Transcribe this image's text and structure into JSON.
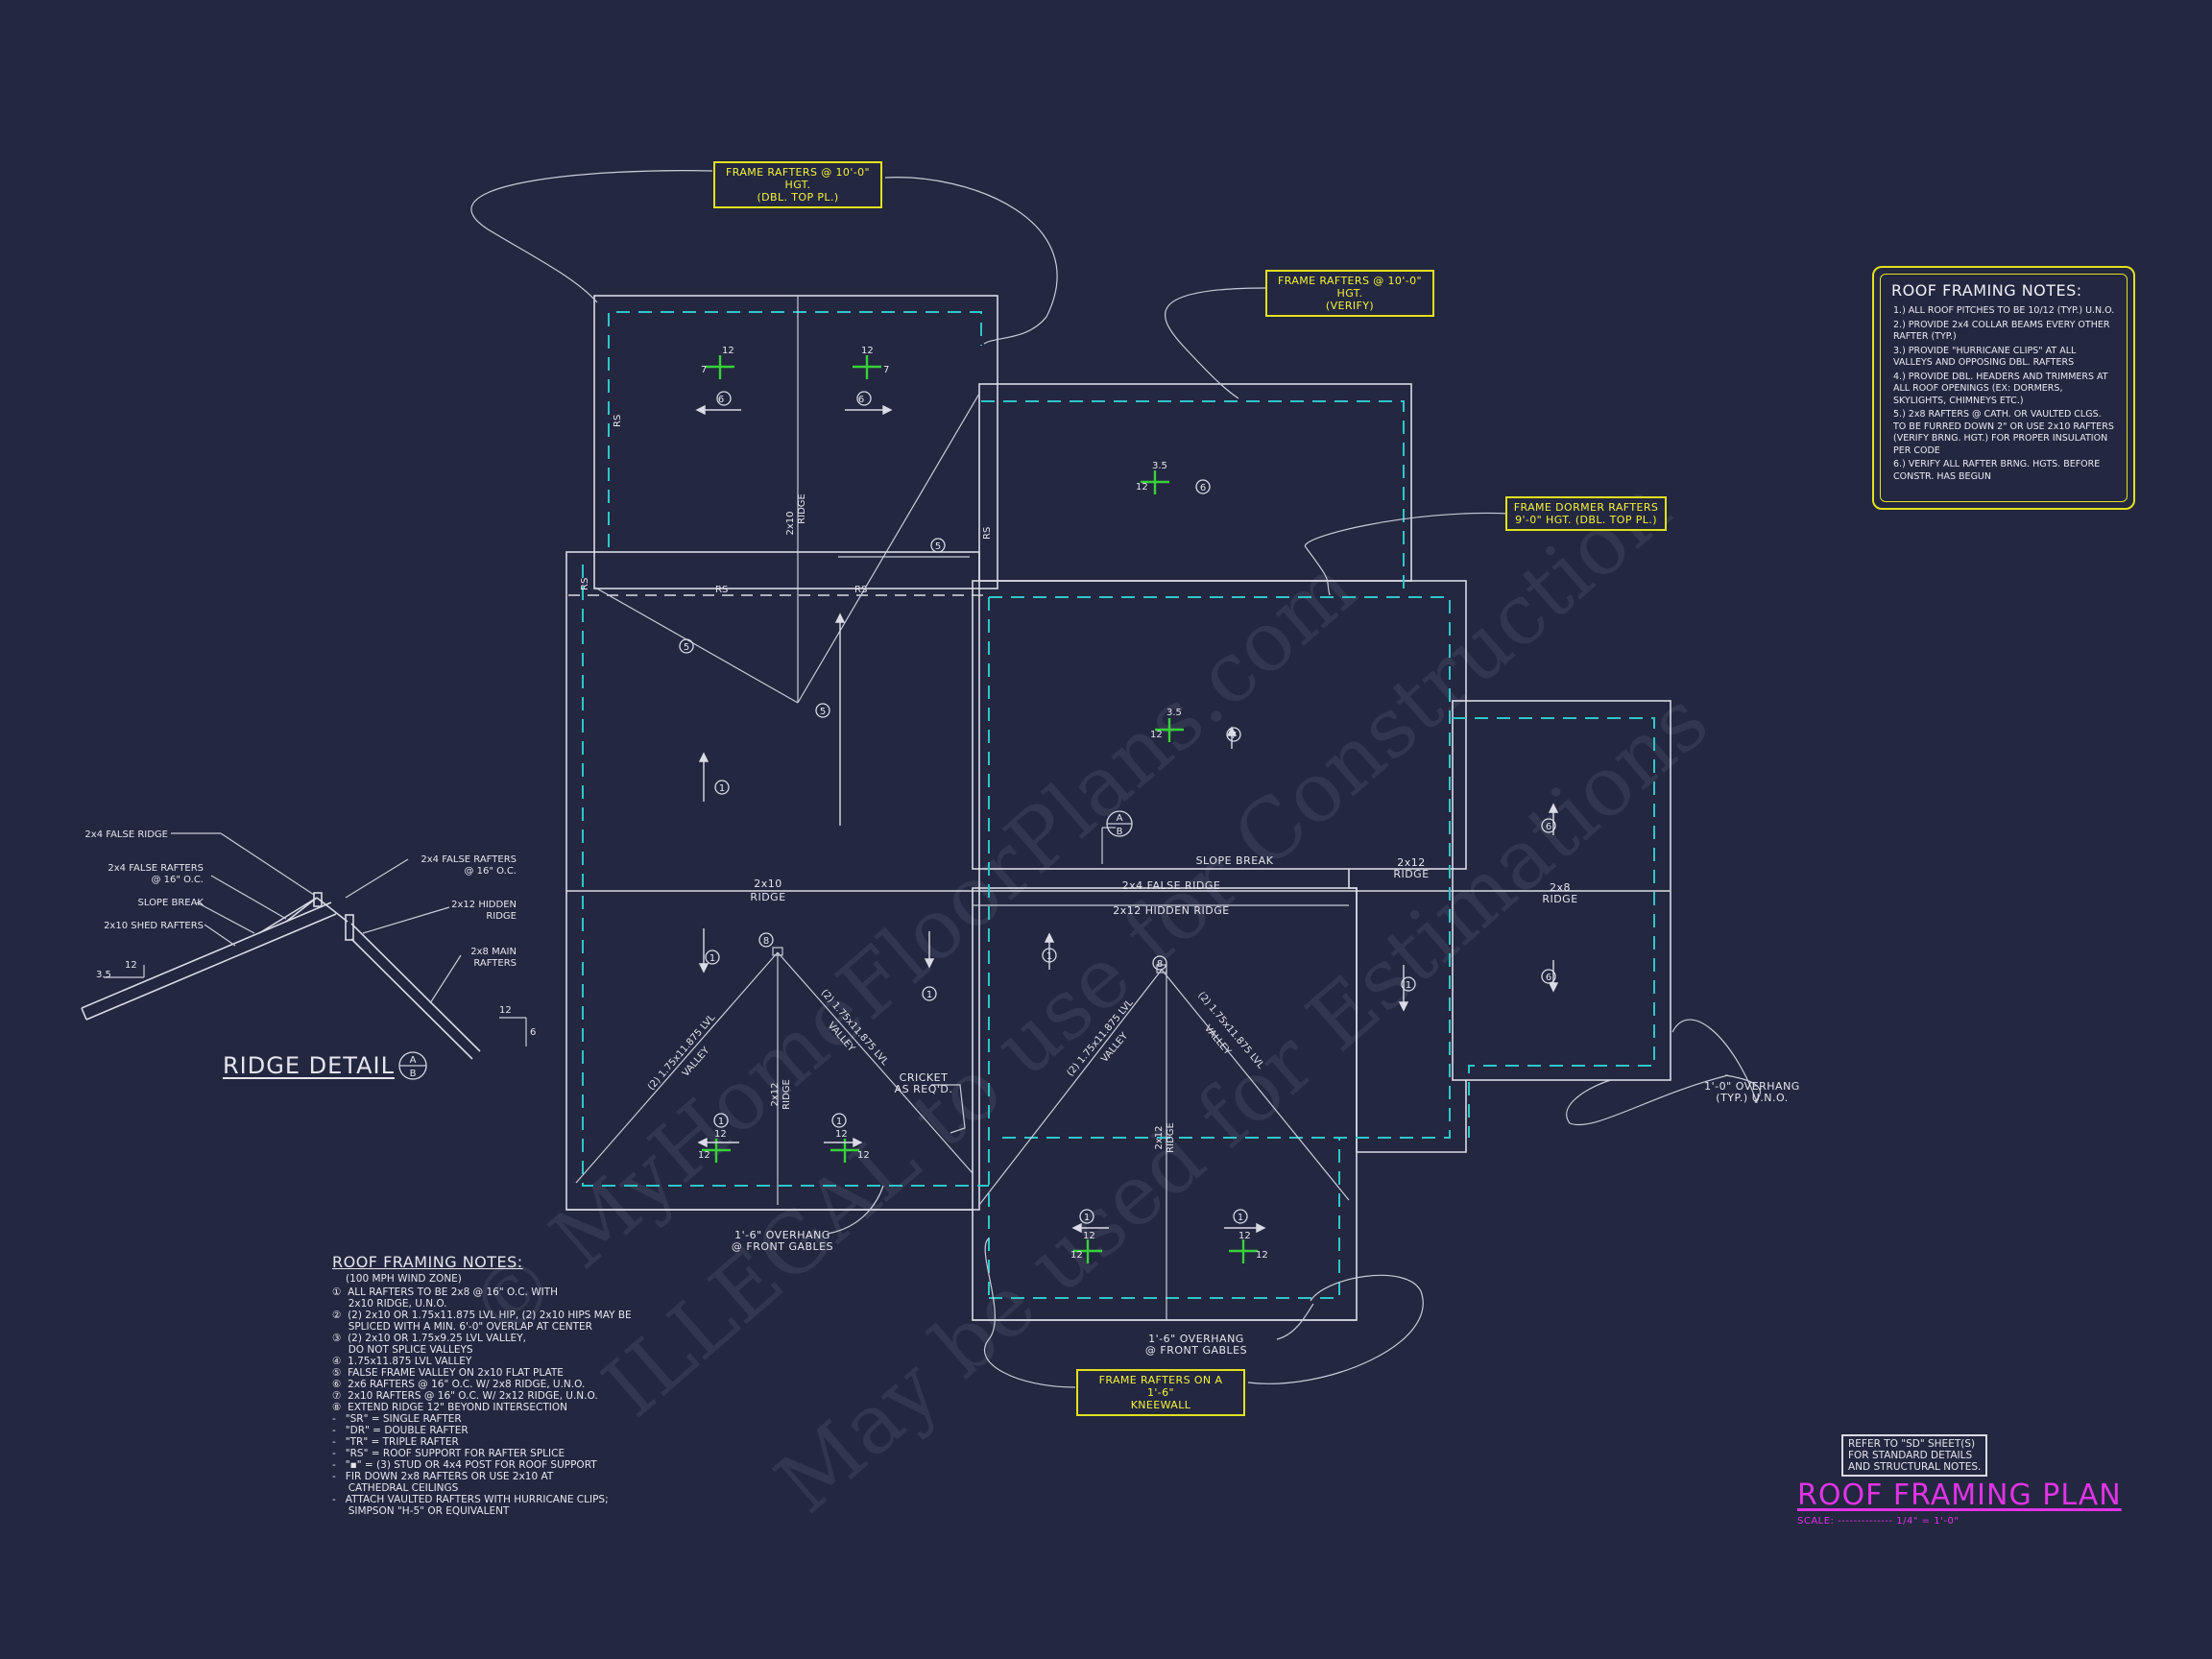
{
  "title": {
    "plan_title": "ROOF FRAMING PLAN",
    "scale": "SCALE: -------------- 1/4\" = 1'-0\"",
    "ref_note": [
      "REFER TO \"SD\" SHEET(S)",
      "FOR STANDARD DETAILS",
      "AND STRUCTURAL NOTES."
    ]
  },
  "callouts": {
    "top_left": [
      "FRAME RAFTERS @ 10'-0\" HGT.",
      "(DBL. TOP PL.)"
    ],
    "top_right": [
      "FRAME RAFTERS @ 10'-0\" HGT.",
      "(VERIFY)"
    ],
    "dormer": [
      "FRAME DORMER RAFTERS",
      "9'-0\" HGT. (DBL. TOP PL.)"
    ],
    "kneewall": [
      "FRAME RAFTERS ON A 1'-6\"",
      "KNEEWALL"
    ]
  },
  "plan_labels": {
    "rs": "RS",
    "ridge_2x10": [
      "2x10",
      "RIDGE"
    ],
    "ridge_2x12": [
      "2x12",
      "RIDGE"
    ],
    "ridge_2x8": [
      "2x8",
      "RIDGE"
    ],
    "slope_break": "SLOPE BREAK",
    "false_ridge": "2x4 FALSE RIDGE",
    "hidden_ridge": "2x12 HIDDEN RIDGE",
    "valley": [
      "(2) 1.75x11.875 LVL",
      "VALLEY"
    ],
    "cricket": [
      "CRICKET",
      "AS REQ'D."
    ],
    "overhang_front_a": [
      "1'-6\" OVERHANG",
      "@ FRONT GABLES"
    ],
    "overhang_front_b": [
      "1'-6\" OVERHANG",
      "@ FRONT GABLES"
    ],
    "overhang_typ": [
      "1'-0\" OVERHANG",
      "(TYP.) U.N.O."
    ],
    "pitch_12": "12",
    "pitch_7": "7",
    "pitch_35": "3.5",
    "pitch_6": "6",
    "section_a": "A",
    "section_b": "B",
    "circle_numbers": {
      "n1": "1",
      "n5": "5",
      "n6": "6",
      "n7": "7",
      "n8": "8"
    }
  },
  "ridge_detail": {
    "title": "RIDGE DETAIL",
    "labels": {
      "false_ridge": "2x4 FALSE RIDGE",
      "false_rafters": [
        "2x4 FALSE RAFTERS",
        "@ 16\" O.C."
      ],
      "slope_break": "SLOPE BREAK",
      "shed_rafters": "2x10 SHED RAFTERS",
      "false_rafters_r": [
        "2x4 FALSE RAFTERS",
        "@ 16\" O.C."
      ],
      "hidden_ridge": [
        "2x12 HIDDEN",
        "RIDGE"
      ],
      "main_rafters": [
        "2x8 MAIN",
        "RAFTERS"
      ],
      "pitch_35": "3.5",
      "pitch_12": "12",
      "pitch_6": "6"
    }
  },
  "notes_right": {
    "title": "ROOF FRAMING NOTES:",
    "items": [
      "1.) ALL ROOF PITCHES TO BE 10/12 (TYP.) U.N.O.",
      "2.) PROVIDE 2x4 COLLAR BEAMS EVERY OTHER RAFTER (TYP.)",
      "3.) PROVIDE \"HURRICANE CLIPS\" AT ALL VALLEYS AND OPPOSING DBL. RAFTERS",
      "4.) PROVIDE DBL. HEADERS AND TRIMMERS AT ALL ROOF OPENINGS (EX: DORMERS, SKYLIGHTS, CHIMNEYS ETC.)",
      "5.) 2x8 RAFTERS @ CATH. OR VAULTED CLGS. TO BE FURRED DOWN 2\" OR USE 2x10 RAFTERS (VERIFY BRNG. HGT.) FOR PROPER INSULATION PER CODE",
      "6.) VERIFY ALL RAFTER BRNG. HGTS. BEFORE CONSTR. HAS BEGUN"
    ]
  },
  "notes_left": {
    "title": "ROOF FRAMING NOTES:",
    "subtitle": "(100 MPH WIND ZONE)",
    "items": [
      "①  ALL RAFTERS TO BE 2x8 @ 16\" O.C. WITH",
      "     2x10 RIDGE, U.N.O.",
      "②  (2) 2x10 OR 1.75x11.875 LVL HIP, (2) 2x10 HIPS MAY BE",
      "     SPLICED WITH A MIN. 6'-0\" OVERLAP AT CENTER",
      "③  (2) 2x10 OR 1.75x9.25 LVL VALLEY,",
      "     DO NOT SPLICE VALLEYS",
      "④  1.75x11.875 LVL VALLEY",
      "⑤  FALSE FRAME VALLEY ON 2x10 FLAT PLATE",
      "⑥  2x6 RAFTERS @ 16\" O.C. W/ 2x8 RIDGE, U.N.O.",
      "⑦  2x10 RAFTERS @ 16\" O.C. W/ 2x12 RIDGE, U.N.O.",
      "⑧  EXTEND RIDGE 12\" BEYOND INTERSECTION",
      "-   \"SR\" = SINGLE RAFTER",
      "-   \"DR\" = DOUBLE RAFTER",
      "-   \"TR\" = TRIPLE RAFTER",
      "-   \"RS\" = ROOF SUPPORT FOR RAFTER SPLICE",
      "-   \"▪\" = (3) STUD OR 4x4 POST FOR ROOF SUPPORT",
      "-   FIR DOWN 2x8 RAFTERS OR USE 2x10 AT",
      "     CATHEDRAL CEILINGS",
      "-   ATTACH VAULTED RAFTERS WITH HURRICANE CLIPS;",
      "     SIMPSON \"H-5\" OR EQUIVALENT"
    ]
  },
  "watermark": {
    "line1": "© MyHomeFloorPlans.com",
    "line2": "ILLEGAL to use for Construction",
    "line3": "May be used for Estimations"
  },
  "colors": {
    "background": "#232740",
    "line": "#d9dbe6",
    "dash": "#2fc6c9",
    "callout": "#e3e01f",
    "title": "#e233e6",
    "pitch": "#38d13a"
  }
}
